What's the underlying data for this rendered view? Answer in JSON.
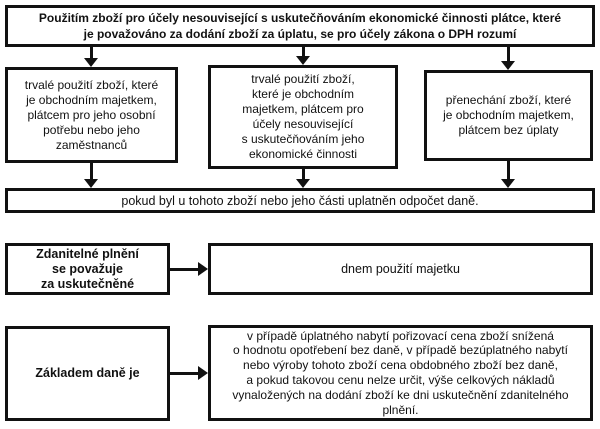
{
  "diagram": {
    "title": "Použitím zboží pro účely nesouvisející s uskutečňováním ekonomické činnosti plátce, které\nje považováno za dodání zboží za úplatu, se pro účely zákona o DPH rozumí",
    "branches": [
      {
        "text": "trvalé použití zboží, které\nje obchodním majetkem,\nplátcem pro jeho osobní\npotřebu nebo jeho\nzaměstnanců"
      },
      {
        "text": "trvalé použití zboží,\nkteré je obchodním\nmajetkem, plátcem pro\núčely nesouvisející\ns uskutečňováním jeho\nekonomické činnosti"
      },
      {
        "text": "přenechání zboží, které\nje obchodním majetkem,\nplátcem bez úplaty"
      }
    ],
    "condition": "pokud byl u tohoto zboží nebo jeho části uplatněn odpočet daně.",
    "timing": {
      "label": "Zdanitelné plnění\nse považuje\nza uskutečněné",
      "value": "dnem použití majetku"
    },
    "tax_base": {
      "label": "Základem daně je",
      "value": "v případě úplatného nabytí pořizovací cena zboží snížená\no hodnotu opotřebení bez daně, v případě bezúplatného nabytí\nnebo výroby tohoto zboží cena obdobného zboží bez daně,\na pokud takovou cenu nelze určit, výše celkových nákladů\nvynaložených na dodání zboží ke dni uskutečnění zdanitelného\nplnění."
    },
    "colors": {
      "border": "#111111",
      "text": "#111111",
      "background": "#ffffff"
    }
  }
}
